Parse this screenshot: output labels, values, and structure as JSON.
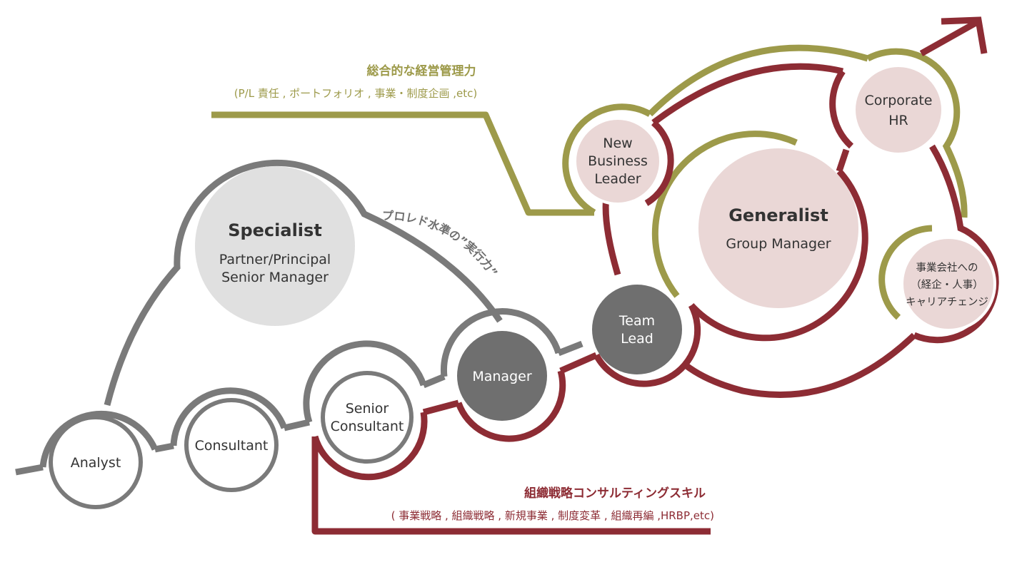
{
  "nodes": {
    "analyst": "Analyst",
    "consultant": "Consultant",
    "senior_consultant": [
      "Senior",
      "Consultant"
    ],
    "manager": "Manager",
    "team_lead": [
      "Team",
      "Lead"
    ],
    "specialist": {
      "title": "Specialist",
      "roles": [
        "Partner/Principal",
        "Senior Manager"
      ]
    },
    "new_business_leader": [
      "New",
      "Business",
      "Leader"
    ],
    "corporate_hr": [
      "Corporate",
      "HR"
    ],
    "generalist": {
      "title": "Generalist",
      "role": "Group Manager"
    },
    "business_company": [
      "事業会社への",
      "（経企・人事）",
      "キャリアチェンジ"
    ]
  },
  "labels": {
    "management": {
      "title": "総合的な経営管理力",
      "subtitle": "(P/L 責任 , ポートフォリオ , 事業・制度企画 ,etc)"
    },
    "org_strategy": {
      "title": "組織戦略コンサルティングスキル",
      "subtitle": "( 事業戦略 , 組織戦略 , 新規事業 , 制度変革 , 組織再編 ,HRBP,etc)"
    },
    "pro_level": "プロレド水準の”実行力”"
  },
  "colors": {
    "gray_line": "#7a7a7a",
    "dark_gray_fill": "#6f6f6f",
    "light_gray_fill": "#e0e0e0",
    "olive": "#9d9a4a",
    "maroon": "#8d2c34",
    "pink_fill": "#ead7d6"
  }
}
